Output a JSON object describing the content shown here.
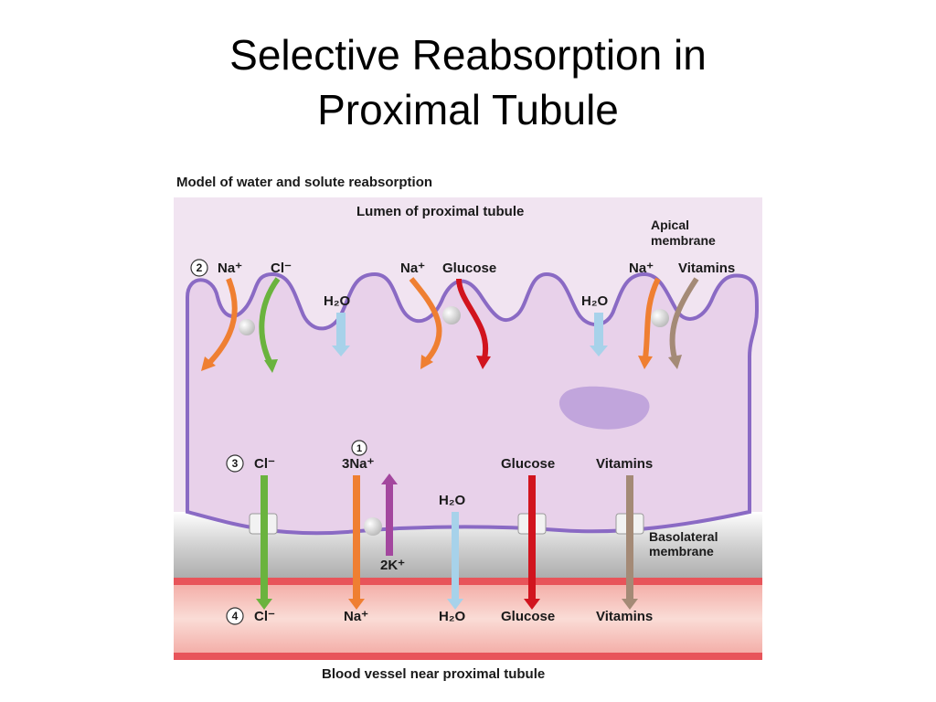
{
  "slide": {
    "title_line1": "Selective Reabsorption in",
    "title_line2": "Proximal Tubule"
  },
  "figure": {
    "caption": "Model of water and solute reabsorption",
    "lumen_label": "Lumen of proximal tubule",
    "apical_label_1": "Apical",
    "apical_label_2": "membrane",
    "basolateral_label_1": "Basolateral",
    "basolateral_label_2": "membrane",
    "blood_vessel_label": "Blood vessel near proximal tubule",
    "apical": {
      "step": "2",
      "na1": "Na⁺",
      "cl": "Cl⁻",
      "h2o_1": "H₂O",
      "na2": "Na⁺",
      "glucose": "Glucose",
      "h2o_2": "H₂O",
      "na3": "Na⁺",
      "vitamins": "Vitamins"
    },
    "basolateral": {
      "step_cl": "3",
      "cl": "Cl⁻",
      "step_na": "1",
      "na": "3Na⁺",
      "h2o": "H₂O",
      "k": "2K⁺",
      "glucose": "Glucose",
      "vitamins": "Vitamins"
    },
    "blood": {
      "step": "4",
      "cl": "Cl⁻",
      "na": "Na⁺",
      "h2o": "H₂O",
      "glucose": "Glucose",
      "vitamins": "Vitamins"
    },
    "colors": {
      "lumen": "#f1e4f1",
      "cell": "#e8d1ea",
      "membrane": "#8a6ac4",
      "na_arrow": "#ef7f32",
      "cl_arrow": "#6ab33e",
      "glucose_arrow": "#d1141e",
      "vitamin_arrow": "#a48a76",
      "water_arrow": "#a7d2ea",
      "k_arrow": "#a3479e",
      "blood": "#f6c3bb",
      "vessel_wall": "#e8545a"
    }
  }
}
